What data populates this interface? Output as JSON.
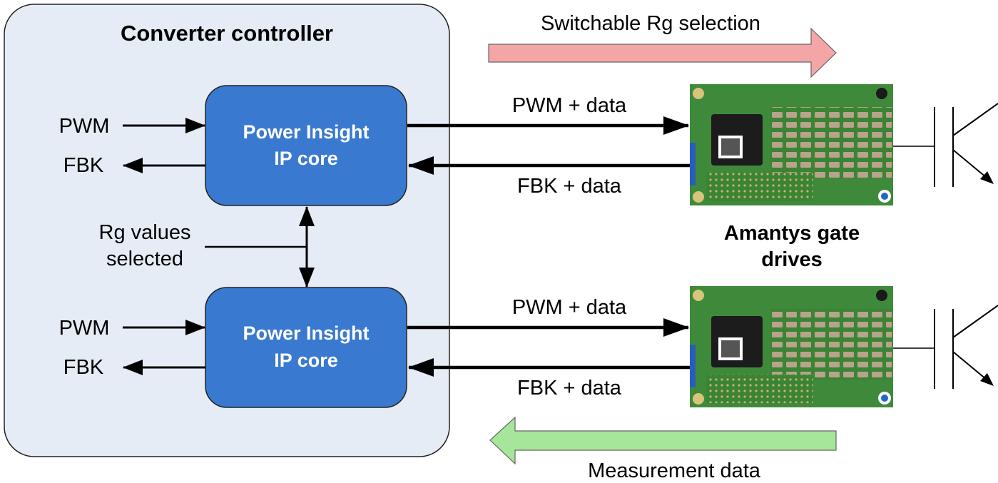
{
  "controller": {
    "title": "Converter controller",
    "inputs": {
      "top_pwm": "PWM",
      "top_fbk": "FBK",
      "bottom_pwm": "PWM",
      "bottom_fbk": "FBK"
    },
    "rg_label_line1": "Rg values",
    "rg_label_line2": "selected",
    "cores": [
      {
        "line1": "Power Insight",
        "line2": "IP core"
      },
      {
        "line1": "Power Insight",
        "line2": "IP core"
      }
    ]
  },
  "links": {
    "top_forward": "PWM + data",
    "top_return": "FBK + data",
    "bottom_forward": "PWM + data",
    "bottom_return": "FBK + data"
  },
  "gate_drives": {
    "label_line1": "Amantys gate",
    "label_line2": "drives"
  },
  "big_arrows": {
    "top": {
      "label": "Switchable Rg selection",
      "color": "#f4a6a6"
    },
    "bottom": {
      "label": "Measurement data",
      "color": "#a6e69a"
    }
  },
  "colors": {
    "controller_fill": "#e6ecf5",
    "core_fill": "#3a79d0",
    "pcb_green": "#3f8a3a"
  }
}
